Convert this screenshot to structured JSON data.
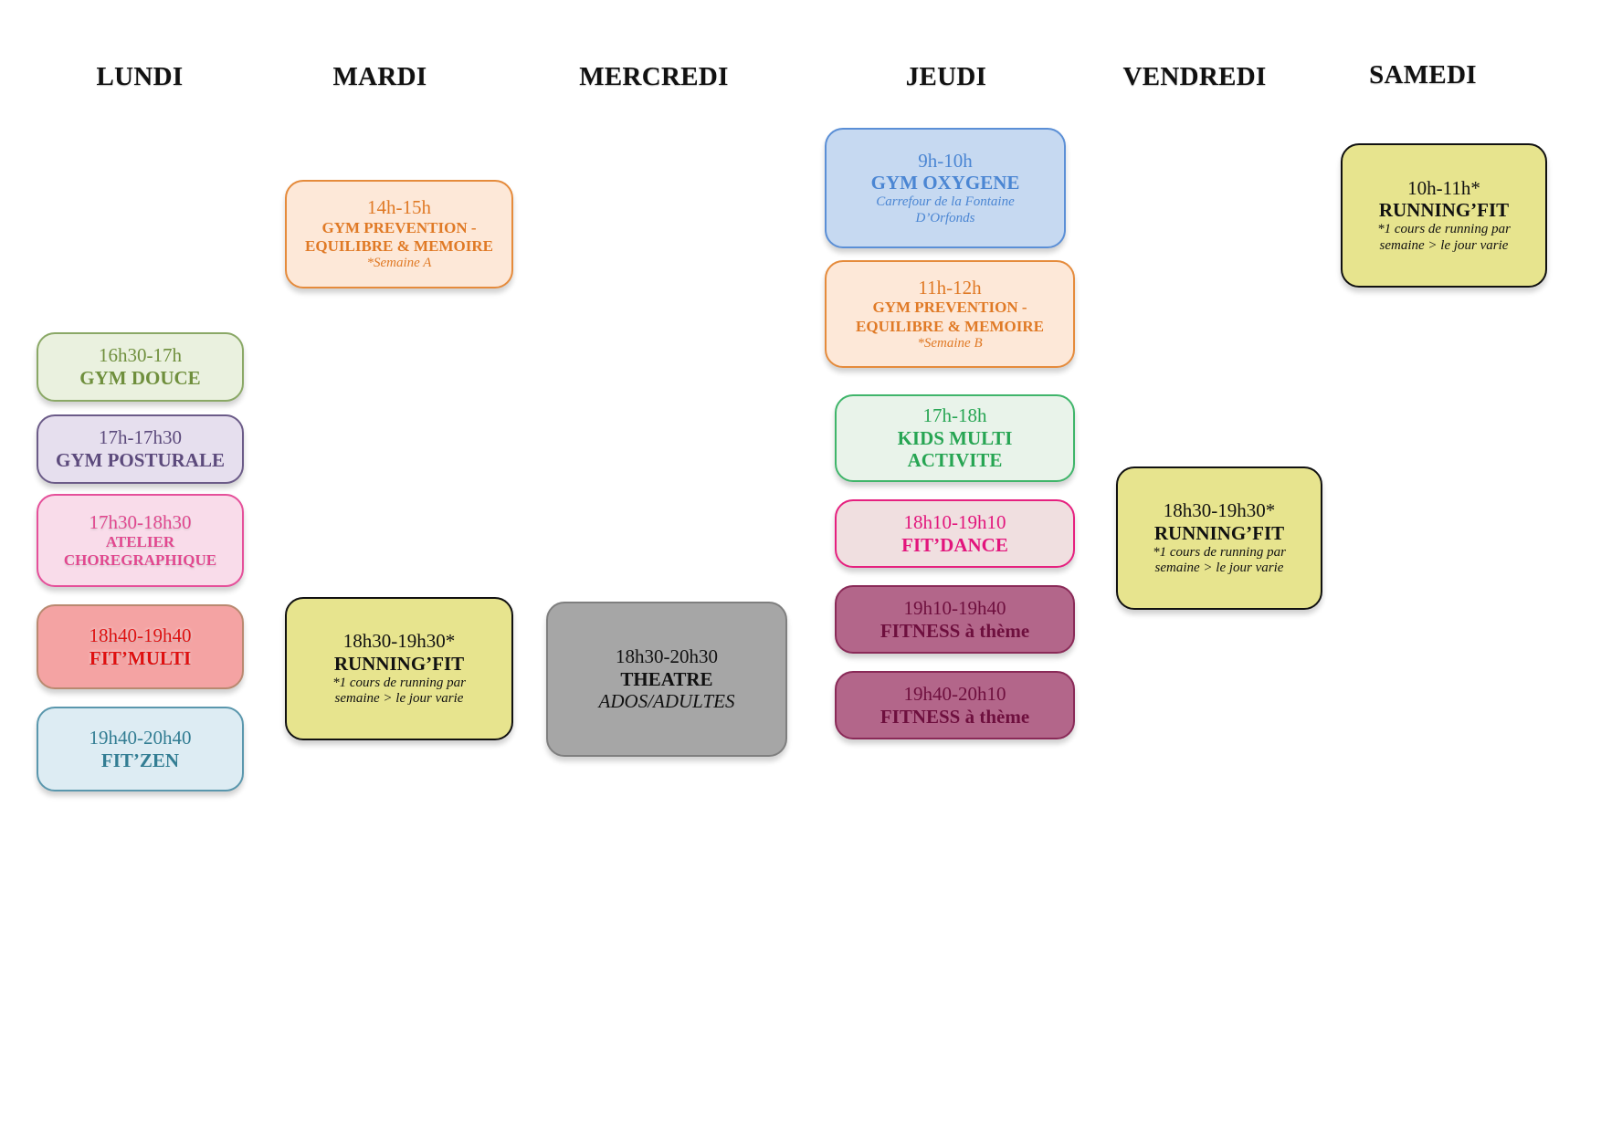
{
  "days": {
    "lundi": "LUNDI",
    "mardi": "MARDI",
    "mercredi": "MERCREDI",
    "jeudi": "JEUDI",
    "vendredi": "VENDREDI",
    "samedi": "SAMEDI"
  },
  "lundi": {
    "gym_douce": {
      "time": "16h30-17h",
      "title": "GYM DOUCE"
    },
    "gym_posturale": {
      "time": "17h-17h30",
      "title": "GYM POSTURALE"
    },
    "atelier": {
      "time": "17h30-18h30",
      "title_1": "ATELIER",
      "title_2": "CHOREGRAPHIQUE"
    },
    "fit_multi": {
      "time": "18h40-19h40",
      "title": "FIT’MULTI"
    },
    "fit_zen": {
      "time": "19h40-20h40",
      "title": "FIT’ZEN"
    }
  },
  "mardi": {
    "gym_prevention": {
      "time": "14h-15h",
      "title_1": "GYM PREVENTION -",
      "title_2": "EQUILIBRE & MEMOIRE",
      "note": "*Semaine A"
    },
    "running_fit": {
      "time": "18h30-19h30*",
      "title": "RUNNING’FIT",
      "note_1": "*1 cours de running par",
      "note_2": "semaine > le jour varie"
    }
  },
  "mercredi": {
    "theatre": {
      "time": "18h30-20h30",
      "title": "THEATRE",
      "note": "ADOS/ADULTES"
    }
  },
  "jeudi": {
    "gym_oxygene": {
      "time": "9h-10h",
      "title": "GYM OXYGENE",
      "note_1": "Carrefour de la Fontaine",
      "note_2": "D’Orfonds"
    },
    "gym_prevention": {
      "time": "11h-12h",
      "title_1": "GYM PREVENTION -",
      "title_2": "EQUILIBRE & MEMOIRE",
      "note": "*Semaine B"
    },
    "kids": {
      "time": "17h-18h",
      "title_1": "KIDS MULTI",
      "title_2": "ACTIVITE"
    },
    "fit_dance": {
      "time": "18h10-19h10",
      "title": "FIT’DANCE"
    },
    "fitness_1": {
      "time": "19h10-19h40",
      "title": "FITNESS à thème"
    },
    "fitness_2": {
      "time": "19h40-20h10",
      "title": "FITNESS à thème"
    }
  },
  "vendredi": {
    "running_fit": {
      "time": "18h30-19h30*",
      "title": "RUNNING’FIT",
      "note_1": "*1 cours de running par",
      "note_2": "semaine > le jour varie"
    }
  },
  "samedi": {
    "running_fit": {
      "time": "10h-11h*",
      "title": "RUNNING’FIT",
      "note_1": "*1 cours de running par",
      "note_2": "semaine > le jour varie"
    }
  },
  "colors": {
    "green": "#6f8f3d",
    "violet": "#5c4a7c",
    "pink": "#e2478f",
    "red": "#e01010",
    "teal": "#327d93",
    "orange": "#e07a26",
    "yellow_bg": "#e7e48e",
    "grey_bg": "#a6a6a6",
    "blue": "#4b86d3",
    "kids_green": "#27a553",
    "dance_pink": "#e2157c",
    "plum_bg": "#b3668a"
  }
}
